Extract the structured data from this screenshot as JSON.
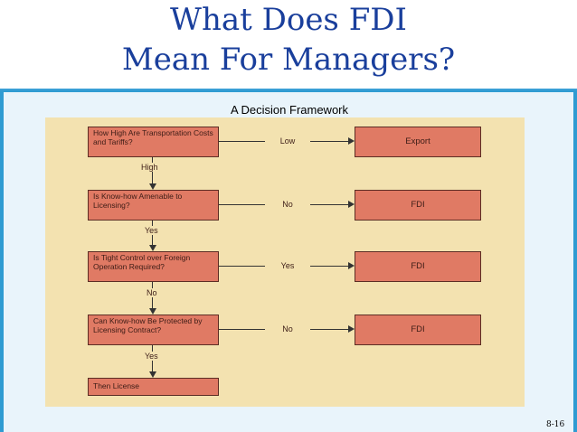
{
  "slide": {
    "title_lines": [
      "What Does FDI",
      "Mean For Managers?"
    ],
    "subtitle": "A Decision Framework",
    "page_number": "8-16"
  },
  "diagram": {
    "questions": [
      "How High Are Transportation Costs and Tariffs?",
      "Is Know-how Amenable to Licensing?",
      "Is Tight Control over Foreign Operation Required?",
      "Can Know-how Be Protected by Licensing Contract?"
    ],
    "outcomes": [
      "Export",
      "FDI",
      "FDI",
      "FDI"
    ],
    "branch_labels": [
      "Low",
      "No",
      "Yes",
      "No"
    ],
    "down_labels": [
      "High",
      "Yes",
      "No",
      "Yes"
    ],
    "final": "Then License"
  },
  "colors": {
    "background": "#2f9bd2",
    "title": "#1a3f9c",
    "diagram_background": "#f3e2b0",
    "box_fill": "#e07a64"
  }
}
